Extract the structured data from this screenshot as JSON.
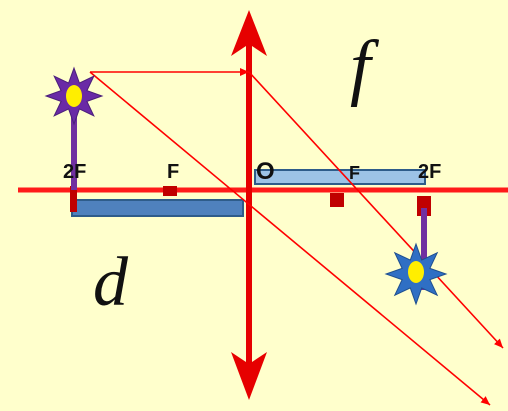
{
  "labels": {
    "left_2f": "2F",
    "left_f": "F",
    "origin": "O",
    "right_f": "F",
    "right_2f": "2F",
    "focal_symbol": "f",
    "object_distance_symbol": "d"
  },
  "colors": {
    "background": "#ffffcc",
    "axis": "#ff1a1a",
    "lens": "#e60000",
    "rays": "#ff0000",
    "object_post": "#7030a0",
    "object_star": "#6a2aa6",
    "image_star": "#2f6fc4",
    "bulb": "#ffee00",
    "distance_bar": "#4f81bd",
    "focal_bar": "#9dc3e6",
    "tick": "#c00000"
  },
  "icons": {
    "object": "object-star-icon",
    "image": "image-star-icon"
  }
}
